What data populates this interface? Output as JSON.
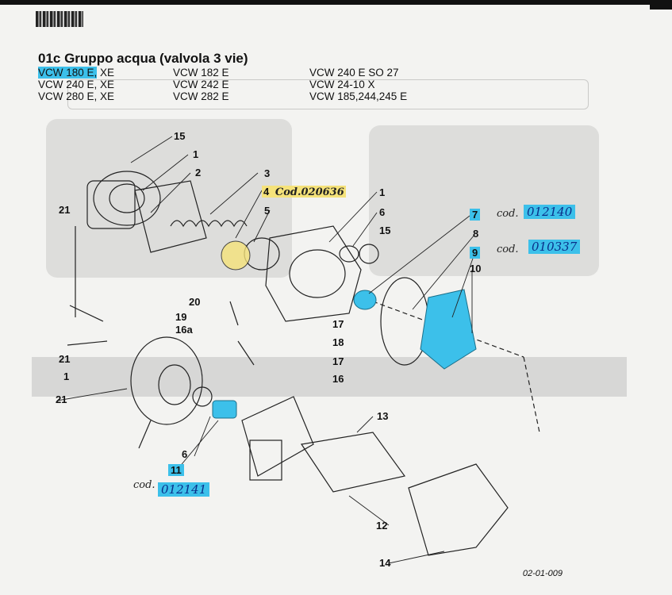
{
  "header": {
    "title": "01c Gruppo acqua (valvola 3 vie)",
    "models": {
      "col1": [
        "VCW 180 E, XE",
        "VCW 240 E, XE",
        "VCW 280 E, XE"
      ],
      "col2": [
        "VCW 182 E",
        "VCW 242 E",
        "VCW 282 E"
      ],
      "col3": [
        "VCW 240 E SO 27",
        "VCW 24-10 X",
        "VCW 185,244,245 E"
      ]
    }
  },
  "annotations": {
    "part4_note": "Cod.020636",
    "part7_code": "012140",
    "part9_code": "010337",
    "part11_code": "012141",
    "cod_label": "cod."
  },
  "callouts": [
    "15",
    "1",
    "2",
    "3",
    "4",
    "5",
    "21",
    "1",
    "6",
    "15",
    "7",
    "8",
    "9",
    "10",
    "20",
    "19",
    "16a",
    "17",
    "18",
    "17",
    "16",
    "21",
    "1",
    "21",
    "6",
    "11",
    "13",
    "12",
    "14"
  ],
  "figure_id": "02-01-009",
  "colors": {
    "highlight": "#3cc0ea",
    "highlight_yellow": "#f5e27a",
    "ink": "#111111"
  }
}
